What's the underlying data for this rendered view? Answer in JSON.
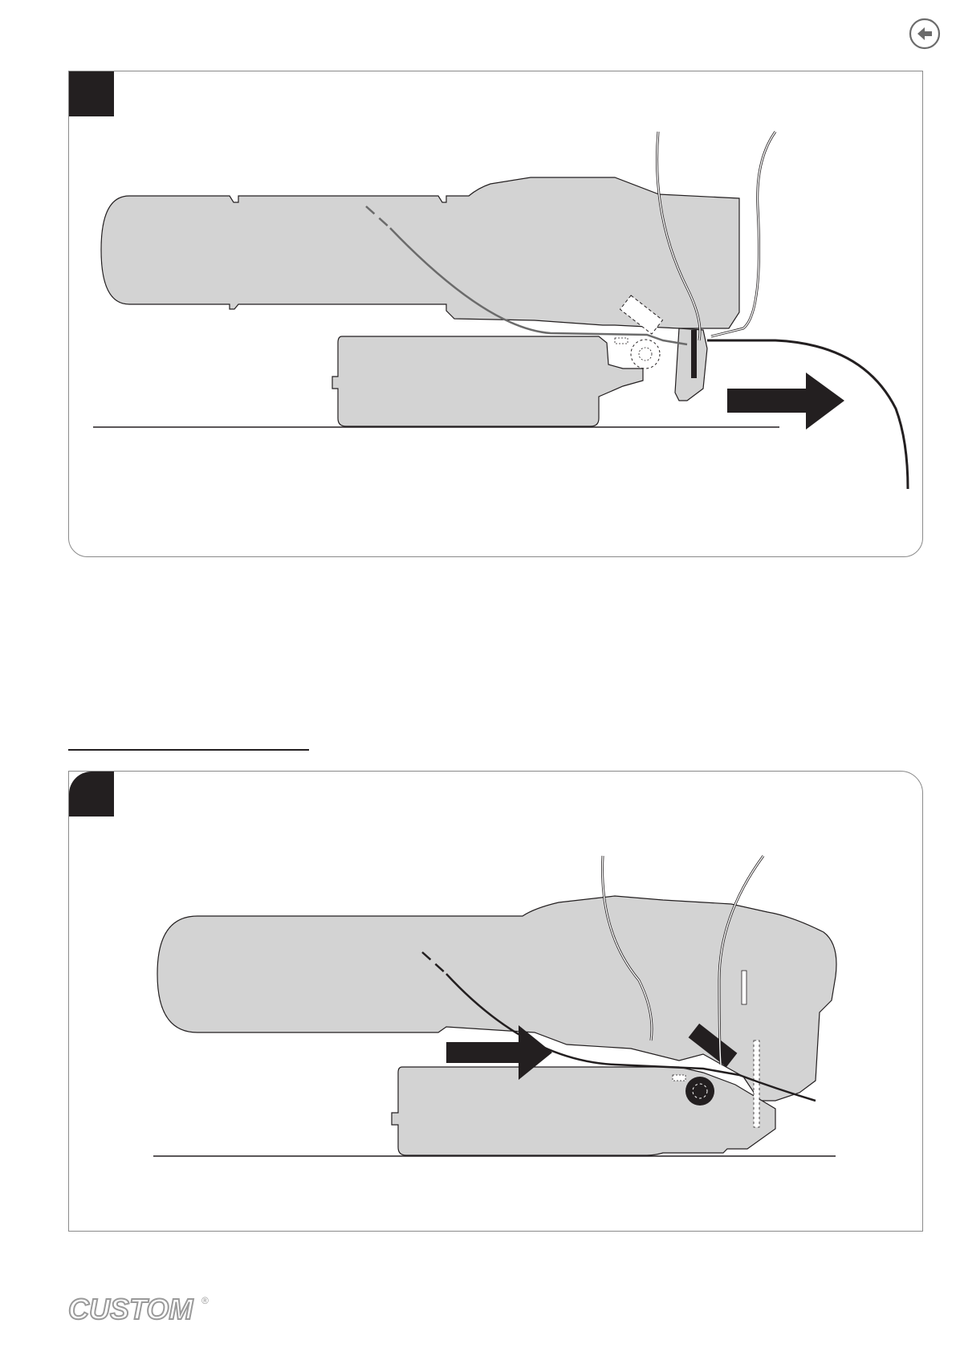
{
  "page": {
    "back_button_icon": "arrow-left-circle-icon",
    "section_rule": "horizontal-rule"
  },
  "figures": [
    {
      "step_badge_text": "",
      "description": "paper-ejection-feed-out",
      "arrow_direction": "right"
    },
    {
      "step_badge_text": "",
      "description": "paper-insertion-feed-in",
      "arrow_direction": "right"
    }
  ],
  "footer": {
    "brand_logo_text": "CUSTOM",
    "registered_mark": "®"
  },
  "colors": {
    "device_fill": "#d3d3d3",
    "outline": "#231f20",
    "panel_border": "#8a8a8a",
    "logo_gray": "#9a9a9a"
  }
}
